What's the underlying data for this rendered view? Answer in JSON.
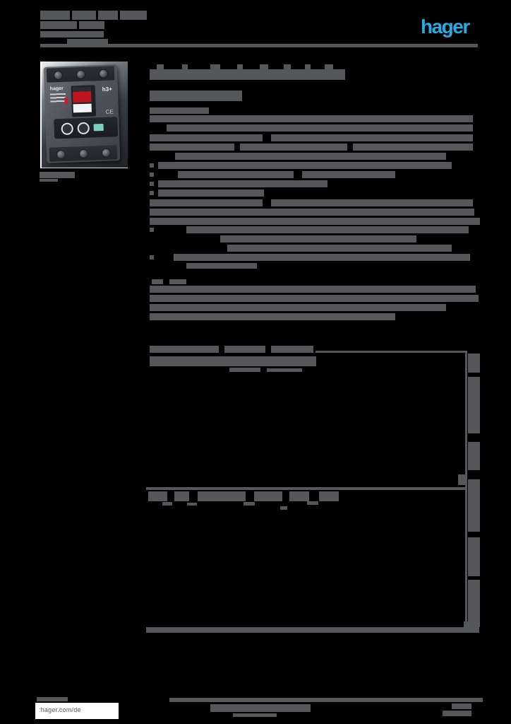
{
  "page": {
    "background": "#000000",
    "redaction_color": "#56575B"
  },
  "header": {
    "logo_text": "hager",
    "logo_color": "#29ABE2"
  },
  "product_photo": {
    "brand": "hager",
    "series_badge": "h3+",
    "ce_mark": "CE",
    "handle_color": "#C1151E"
  },
  "footer": {
    "website": ":hager.com/de"
  },
  "redaction_bars": {
    "header_ref": [
      [
        57,
        15,
        42,
        13
      ],
      [
        102,
        15,
        34,
        13
      ],
      [
        139,
        15,
        28,
        13
      ],
      [
        170,
        15,
        38,
        13
      ],
      [
        57,
        30,
        52,
        11
      ],
      [
        112,
        30,
        36,
        11
      ],
      [
        57,
        44,
        90,
        9
      ],
      [
        95,
        55,
        58,
        8
      ],
      [
        57,
        62,
        620,
        5
      ]
    ],
    "page_title": [
      [
        222,
        91,
        10,
        7
      ],
      [
        258,
        91,
        8,
        7
      ],
      [
        298,
        91,
        14,
        7
      ],
      [
        336,
        91,
        8,
        7
      ],
      [
        368,
        91,
        12,
        7
      ],
      [
        402,
        91,
        10,
        7
      ],
      [
        432,
        91,
        8,
        7
      ],
      [
        460,
        91,
        12,
        7
      ],
      [
        212,
        98,
        277,
        15
      ],
      [
        212,
        128,
        131,
        15
      ]
    ],
    "body_text": [
      [
        212,
        152,
        84,
        9
      ],
      [
        212,
        163,
        458,
        10
      ],
      [
        236,
        176,
        434,
        10
      ],
      [
        212,
        190,
        160,
        10
      ],
      [
        384,
        190,
        286,
        10
      ],
      [
        212,
        203,
        120,
        10
      ],
      [
        340,
        203,
        152,
        10
      ],
      [
        500,
        203,
        170,
        10
      ],
      [
        248,
        216,
        384,
        10
      ],
      [
        212,
        231,
        6,
        6
      ],
      [
        224,
        229,
        416,
        10
      ],
      [
        212,
        244,
        6,
        6
      ],
      [
        252,
        242,
        164,
        10
      ],
      [
        428,
        242,
        132,
        10
      ],
      [
        212,
        257,
        6,
        6
      ],
      [
        224,
        255,
        240,
        10
      ],
      [
        212,
        270,
        6,
        6
      ],
      [
        224,
        268,
        150,
        10
      ],
      [
        212,
        282,
        160,
        10
      ],
      [
        384,
        282,
        286,
        10
      ],
      [
        212,
        295,
        460,
        10
      ],
      [
        212,
        308,
        468,
        10
      ],
      [
        212,
        322,
        6,
        6
      ],
      [
        264,
        320,
        400,
        10
      ],
      [
        312,
        333,
        278,
        10
      ],
      [
        322,
        346,
        318,
        10
      ],
      [
        212,
        361,
        6,
        6
      ],
      [
        246,
        359,
        420,
        10
      ],
      [
        264,
        372,
        100,
        8
      ],
      [
        215,
        395,
        16,
        7
      ],
      [
        240,
        395,
        24,
        7
      ],
      [
        212,
        404,
        462,
        10
      ],
      [
        212,
        417,
        466,
        10
      ],
      [
        212,
        430,
        420,
        10
      ],
      [
        212,
        443,
        348,
        10
      ]
    ],
    "section_heading": [
      [
        212,
        489,
        98,
        10
      ],
      [
        318,
        489,
        58,
        10
      ],
      [
        384,
        489,
        60,
        10
      ],
      [
        212,
        504,
        236,
        14
      ],
      [
        325,
        520,
        44,
        6
      ],
      [
        378,
        521,
        50,
        5
      ]
    ],
    "chart_frame": [
      [
        447,
        496,
        214,
        3
      ],
      [
        659,
        496,
        3,
        395
      ],
      [
        207,
        689,
        454,
        4
      ],
      [
        207,
        887,
        472,
        8
      ]
    ],
    "chart_axis_labels": [
      [
        210,
        695,
        27,
        14
      ],
      [
        247,
        695,
        21,
        14
      ],
      [
        280,
        695,
        68,
        14
      ],
      [
        360,
        695,
        40,
        14
      ],
      [
        410,
        695,
        28,
        14
      ],
      [
        452,
        695,
        28,
        14
      ],
      [
        230,
        710,
        14,
        5
      ],
      [
        265,
        711,
        14,
        4
      ],
      [
        345,
        710,
        16,
        5
      ],
      [
        435,
        709,
        16,
        5
      ],
      [
        397,
        716,
        10,
        5
      ],
      [
        663,
        500,
        17,
        27
      ],
      [
        663,
        533,
        17,
        80
      ],
      [
        663,
        625,
        17,
        40
      ],
      [
        649,
        671,
        12,
        15
      ],
      [
        663,
        678,
        17,
        74
      ],
      [
        663,
        760,
        17,
        55
      ],
      [
        663,
        820,
        17,
        67
      ],
      [
        657,
        879,
        23,
        8
      ]
    ],
    "photo_caption": [
      [
        56,
        243,
        50,
        9
      ],
      [
        56,
        253,
        26,
        4
      ]
    ],
    "footer_text": [
      [
        52,
        986,
        44,
        6
      ],
      [
        240,
        987,
        444,
        6
      ],
      [
        298,
        996,
        142,
        11
      ],
      [
        330,
        1009,
        62,
        5
      ],
      [
        640,
        995,
        28,
        8
      ],
      [
        627,
        1005,
        41,
        8
      ]
    ]
  }
}
